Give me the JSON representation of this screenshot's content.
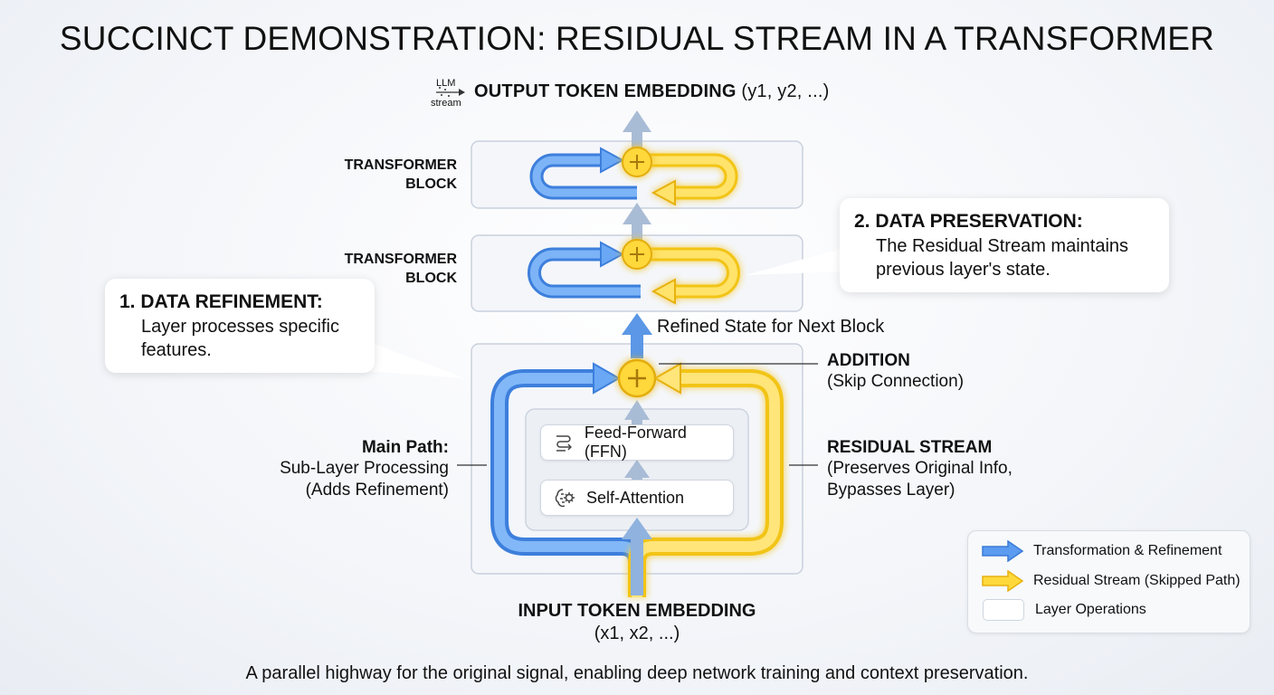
{
  "title": "SUCCINCT DEMONSTRATION: RESIDUAL STREAM IN A TRANSFORMER",
  "output": {
    "label_bold": "OUTPUT TOKEN EMBEDDING",
    "label_plain": "(y1, y2, ...)",
    "icon_top": "LLM",
    "icon_bottom": "stream"
  },
  "blocks": [
    {
      "line1": "TRANSFORMER",
      "line2": "BLOCK"
    },
    {
      "line1": "TRANSFORMER",
      "line2": "BLOCK"
    }
  ],
  "callout_refinement": {
    "head": "1. DATA REFINEMENT:",
    "line1": "Layer processes specific",
    "line2": "features."
  },
  "callout_preservation": {
    "head": "2. DATA PRESERVATION:",
    "line1": "The Residual Stream maintains",
    "line2": "previous layer's state."
  },
  "refined_state": "Refined State for Next Block",
  "addition": {
    "title": "ADDITION",
    "sub": "(Skip Connection)"
  },
  "main_path": {
    "title": "Main Path:",
    "line1": "Sub-Layer Processing",
    "line2": "(Adds Refinement)"
  },
  "residual_stream": {
    "title": "RESIDUAL STREAM",
    "line1": "(Preserves Original Info,",
    "line2": "Bypasses Layer)"
  },
  "ffn_label": "Feed-Forward (FFN)",
  "attention_label": "Self-Attention",
  "input": {
    "label": "INPUT TOKEN EMBEDDING",
    "sub": "(x1, x2, ...)"
  },
  "legend": [
    {
      "label": "Transformation & Refinement",
      "color": "#4a8fe8"
    },
    {
      "label": "Residual Stream (Skipped Path)",
      "color": "#f5cc2c"
    },
    {
      "label": "Layer Operations",
      "color": "#ffffff"
    }
  ],
  "footer": "A parallel highway for the original signal, enabling deep network training and context preservation."
}
